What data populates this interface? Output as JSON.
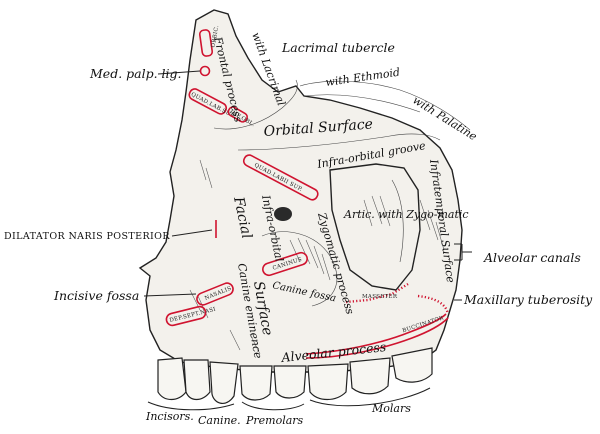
{
  "labels": {
    "frontal_process": "Frontal process",
    "lacrimal_tubercle": "Lacrimal tubercle",
    "with_lacrimal": "with Lacrimal",
    "med_palp_lig": "Med. palp. lig.",
    "with_ethmoid": "with Ethmoid",
    "with_palatine": "with Palatine",
    "orbital_surface": "Orbital Surface",
    "infra_orbital_groove": "Infra-orbital groove",
    "infratemporal_surface": "Infratemporal Surface",
    "dilatator_naris_posterior": "DILATATOR NARIS POSTERIOR",
    "facial": "Facial",
    "infra_orbital": "Infra-orbital",
    "artic_with_zygomatic": "Artic. with Zygo-matic",
    "zygomatic_process": "Zygomatic process",
    "alveolar_canals": "Alveolar canals",
    "canine_eminence": "Canine eminence",
    "canine_fossa": "Canine fossa",
    "surface": "Surface",
    "incisive_fossa": "Incisive fossa",
    "maxillary_tuberosity": "Maxillary tuberosity",
    "alveolar_process": "Alveolar process",
    "incisors": "Incisors.",
    "canine": "Canine.",
    "premolars": "Premolars",
    "molars": "Molars"
  },
  "muscles": {
    "orbicularis": "ORBIC.",
    "quad_labii": "QUAD.LAB.SUP.",
    "inf_obliquus": "INF.OBL.",
    "quad_labii_2": "QUAD.LABII SUP.",
    "caninus": "CANINUS",
    "nasalis": "NASALIS",
    "depr_septi": "DEP.SEPT.NASI",
    "masseter": "MASSETER",
    "buccinator": "BUCCINATOR"
  },
  "colors": {
    "muscle": "#d01430",
    "ink": "#111111",
    "bone": "#f3f1ec"
  }
}
